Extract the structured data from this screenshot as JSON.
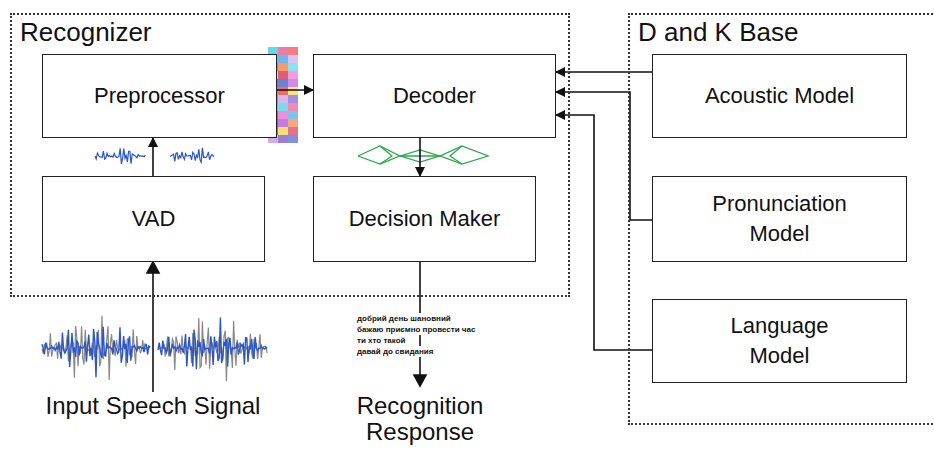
{
  "diagram": {
    "nodes": [
      {
        "text": [
          "Recognizer"
        ]
      },
      {
        "text": [
          "Preprocessor"
        ],
        "in": 0
      },
      {
        "text": [
          "Decoder"
        ],
        "in": 0
      },
      {
        "text": [
          "VAD"
        ],
        "in": 0
      },
      {
        "text": [
          "Decision Maker"
        ],
        "in": 0
      },
      {
        "text": [
          "D and K Base"
        ]
      },
      {
        "text": [
          "Acoustic Model"
        ],
        "in": 5
      },
      {
        "text": [
          "Pronunciation Model"
        ],
        "in": 5
      },
      {
        "text": [
          "Language Model"
        ],
        "in": 5
      }
    ],
    "edges": [
      {
        "from": 3,
        "to": 1,
        "arrow": "to"
      },
      {
        "from": 1,
        "to": 2,
        "arrow": "to"
      },
      {
        "from": 2,
        "to": 4,
        "arrow": "to"
      },
      {
        "from": 6,
        "to": 2,
        "arrow": "to"
      },
      {
        "from": 7,
        "to": 2,
        "arrow": "to"
      },
      {
        "from": 8,
        "to": 2,
        "arrow": "to"
      }
    ],
    "labels": [
      "добрий день шановний",
      "бажаю приємно провести час",
      "ти хто такой",
      "давай до свидания",
      "Input Speech Signal",
      "Recognition Response"
    ]
  }
}
